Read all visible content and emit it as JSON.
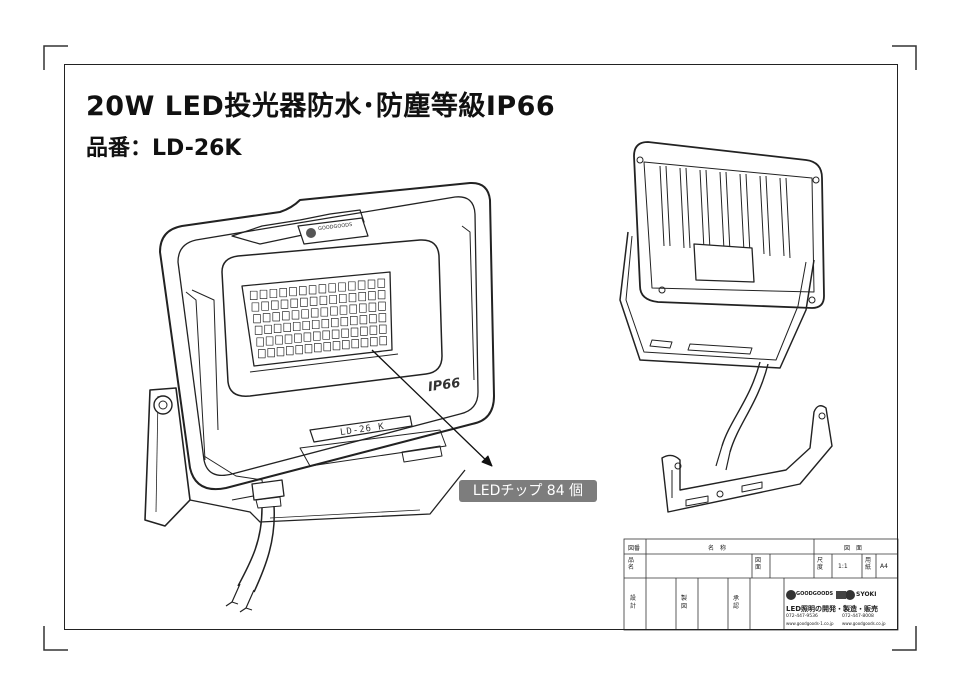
{
  "doc": {
    "title": "20W LED投光器防水･防塵等級IP66",
    "part_number": "品番：LD-26K",
    "callout": "LEDチップ 84 個",
    "front_marking": "IP66",
    "model_plate": "LD-26 K",
    "brand_plate": "GOODGOODS"
  },
  "title_block": {
    "drawing_no_label": "図番",
    "name_label": "名　称",
    "drawing_label": "図　面",
    "item_label": "品名",
    "draw_label": "図面",
    "scale_label": "尺度",
    "scale_value": "1:1",
    "paper_label": "用紙",
    "paper_value": "A4",
    "design_label": "設計",
    "drafting_label": "製図",
    "approval_label": "承認",
    "brand1": "GOODGOODS",
    "brand2": "SYOKI",
    "company_line": "LED照明の開発・製造・販売",
    "phone1": "072-447-9536",
    "phone2": "072-447-8008",
    "url1": "www.goodgoods-1.co.jp",
    "url2": "www.goodgoods.co.jp"
  }
}
